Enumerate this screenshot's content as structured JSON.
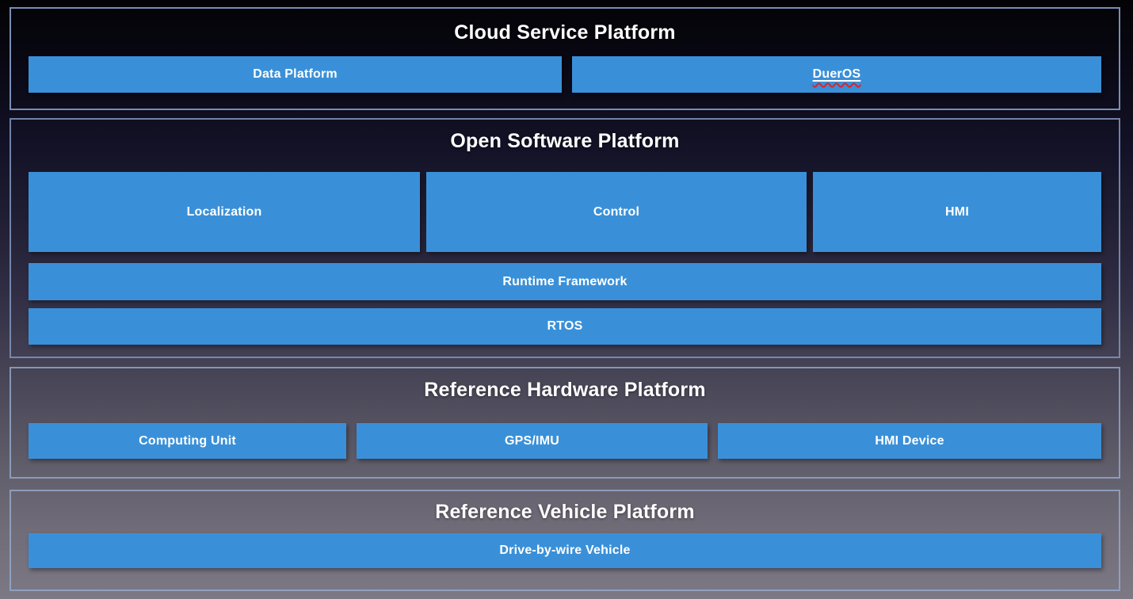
{
  "colors": {
    "box": "#3a90d8",
    "section-border": "#8195be",
    "squiggle": "#e02222",
    "bg-top": "#030306",
    "bg-bottom": "#7c7985"
  },
  "sections": [
    {
      "title": "Cloud Service Platform",
      "boxes": [
        {
          "label": "Data Platform"
        },
        {
          "label": "DuerOS",
          "spellcheck_underline": true
        }
      ]
    },
    {
      "title": "Open Software Platform",
      "boxes": [
        {
          "label": "Localization"
        },
        {
          "label": "Control"
        },
        {
          "label": "HMI"
        },
        {
          "label": "Runtime Framework"
        },
        {
          "label": "RTOS"
        }
      ]
    },
    {
      "title": "Reference Hardware Platform",
      "boxes": [
        {
          "label": "Computing Unit"
        },
        {
          "label": "GPS/IMU"
        },
        {
          "label": "HMI Device"
        }
      ]
    },
    {
      "title": "Reference Vehicle Platform",
      "boxes": [
        {
          "label": "Drive-by-wire Vehicle"
        }
      ]
    }
  ]
}
